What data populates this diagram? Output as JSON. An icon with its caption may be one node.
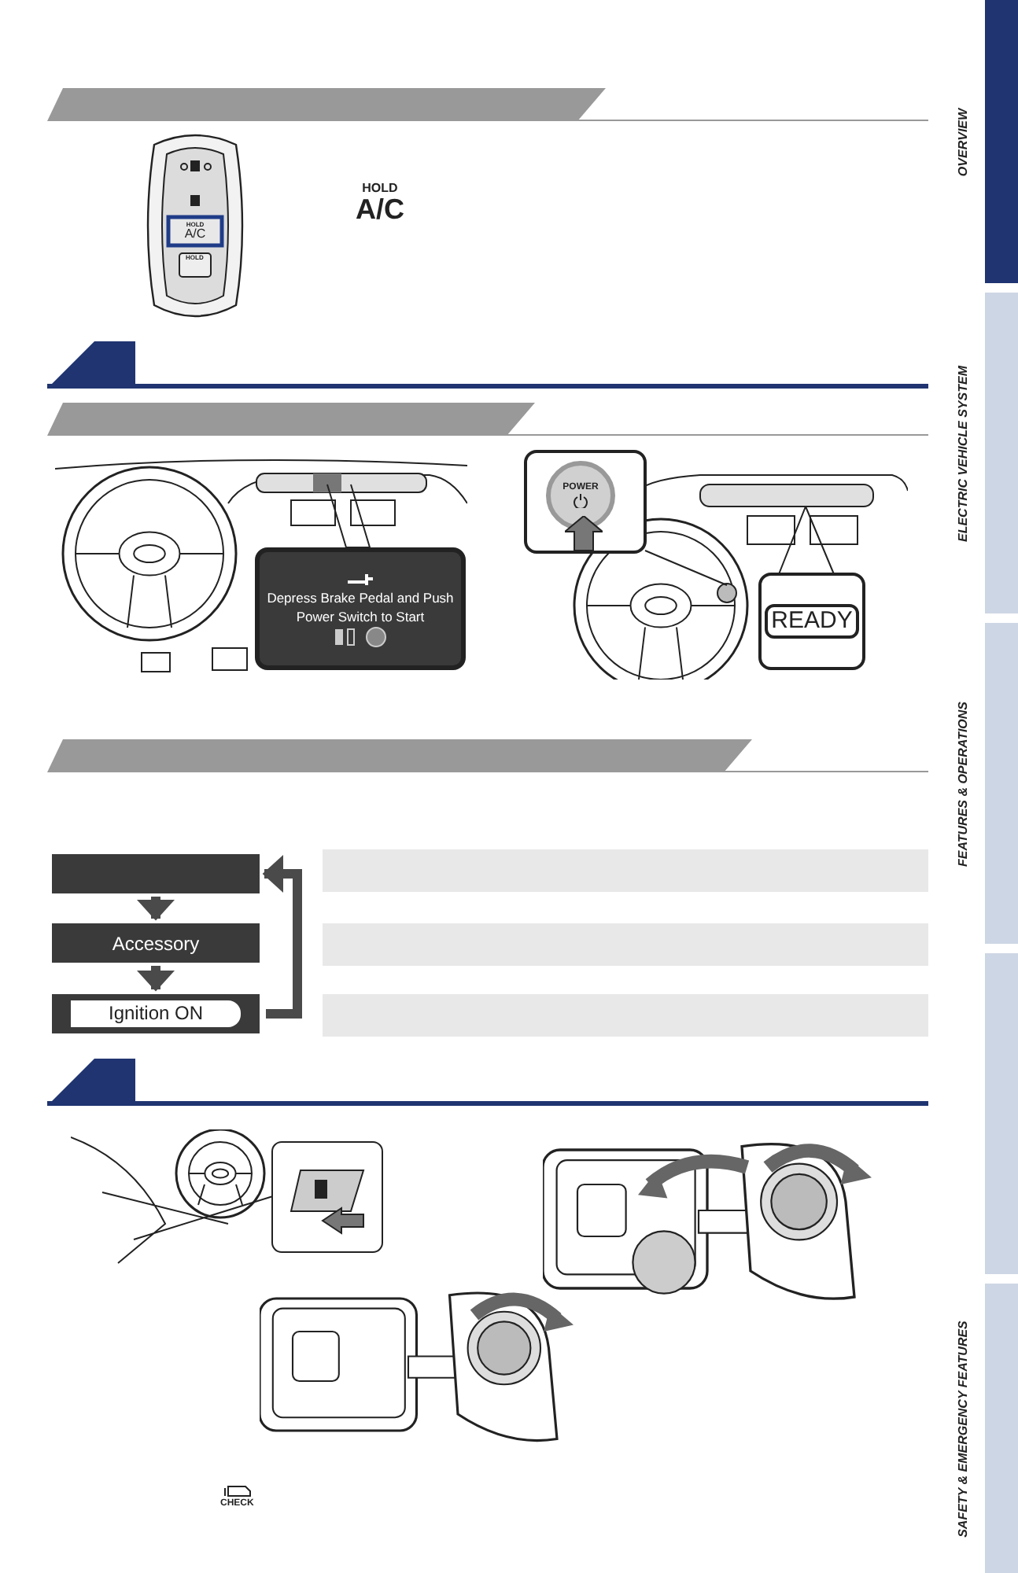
{
  "diagram": {
    "nodes": [
      {
        "text": [
          "Depress Brake Pedal and Push Power Switch to Start"
        ]
      },
      {
        "text": [
          "POWER"
        ]
      },
      {
        "text": [
          "READY"
        ]
      },
      {
        "text": [],
        "shape": "box"
      },
      {
        "text": [
          "Accessory"
        ]
      },
      {
        "text": [
          "Ignition ON"
        ]
      },
      {
        "text": [
          "OVERVIEW"
        ]
      },
      {
        "text": [
          "ELECTRIC VEHICLE SYSTEM"
        ]
      },
      {
        "text": [
          "FEATURES & OPERATIONS"
        ]
      },
      {
        "text": [],
        "shape": "box"
      },
      {
        "text": [
          "SAFETY & EMERGENCY FEATURES"
        ]
      },
      {
        "text": [],
        "shape": "bar"
      },
      {
        "text": [],
        "shape": "bar"
      },
      {
        "text": [],
        "shape": "bar"
      }
    ],
    "edges": [
      {
        "from": 3,
        "to": 4,
        "arrow": "to"
      },
      {
        "from": 4,
        "to": 5,
        "arrow": "to"
      },
      {
        "from": 5,
        "to": 3,
        "arrow": "to"
      }
    ],
    "labels": [
      "HOLD",
      "A/C",
      "HOLD",
      "HOLD",
      "A/C",
      "CHECK"
    ]
  }
}
